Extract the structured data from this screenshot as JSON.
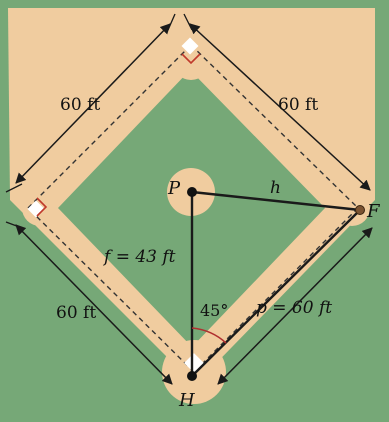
{
  "labels": {
    "side_upper_left": "60 ft",
    "side_upper_right": "60 ft",
    "side_lower_left": "60 ft",
    "point_p": "P",
    "point_f": "F",
    "point_h": "H",
    "segment_h": "h",
    "segment_f": "f = 43 ft",
    "segment_p": "p = 60 ft",
    "angle": "45°"
  },
  "colors": {
    "grass": "#76a877",
    "grass_border": "#6a9b6c",
    "dirt": "#f0cc9f",
    "line": "#1a1a1a",
    "dashed": "#333333",
    "right_angle_mark": "#c0392b",
    "angle_arc": "#b03030",
    "base": "#ffffff"
  },
  "icons": {
    "arrow": "arrowhead",
    "right_angle": "right-angle-mark",
    "point": "filled-dot"
  }
}
